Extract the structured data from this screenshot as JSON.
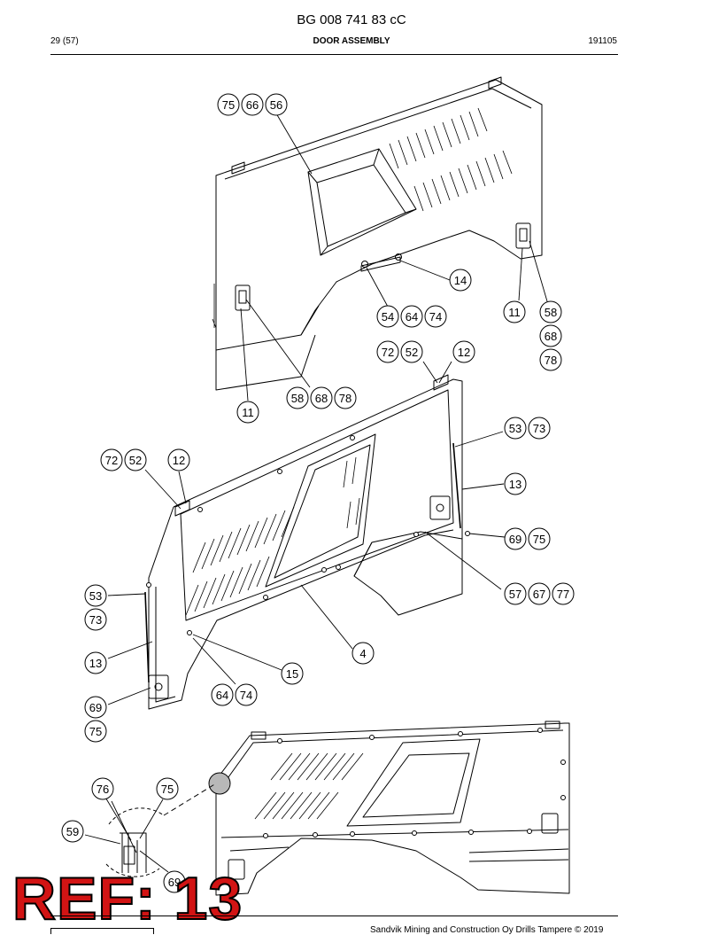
{
  "header": {
    "doc_number": "BG 008 741 83 cC",
    "page": "29 (57)",
    "title": "DOOR ASSEMBLY",
    "date": "191105"
  },
  "stamp": {
    "text": "REF: 13",
    "color": "#d21414"
  },
  "footer": {
    "copyright": "Sandvik Mining and Construction Oy Drills Tampere © 2019"
  },
  "callouts": [
    {
      "label": "75"
    },
    {
      "label": "66"
    },
    {
      "label": "56"
    },
    {
      "label": "14"
    },
    {
      "label": "54"
    },
    {
      "label": "64"
    },
    {
      "label": "74"
    },
    {
      "label": "11"
    },
    {
      "label": "58"
    },
    {
      "label": "68"
    },
    {
      "label": "78"
    },
    {
      "label": "72"
    },
    {
      "label": "52"
    },
    {
      "label": "12"
    },
    {
      "label": "58"
    },
    {
      "label": "68"
    },
    {
      "label": "78"
    },
    {
      "label": "11"
    },
    {
      "label": "53"
    },
    {
      "label": "73"
    },
    {
      "label": "72"
    },
    {
      "label": "52"
    },
    {
      "label": "12"
    },
    {
      "label": "13"
    },
    {
      "label": "69"
    },
    {
      "label": "75"
    },
    {
      "label": "57"
    },
    {
      "label": "67"
    },
    {
      "label": "77"
    },
    {
      "label": "53"
    },
    {
      "label": "73"
    },
    {
      "label": "4"
    },
    {
      "label": "13"
    },
    {
      "label": "15"
    },
    {
      "label": "64"
    },
    {
      "label": "74"
    },
    {
      "label": "69"
    },
    {
      "label": "75"
    },
    {
      "label": "76"
    },
    {
      "label": "75"
    },
    {
      "label": "59"
    },
    {
      "label": "69"
    }
  ]
}
